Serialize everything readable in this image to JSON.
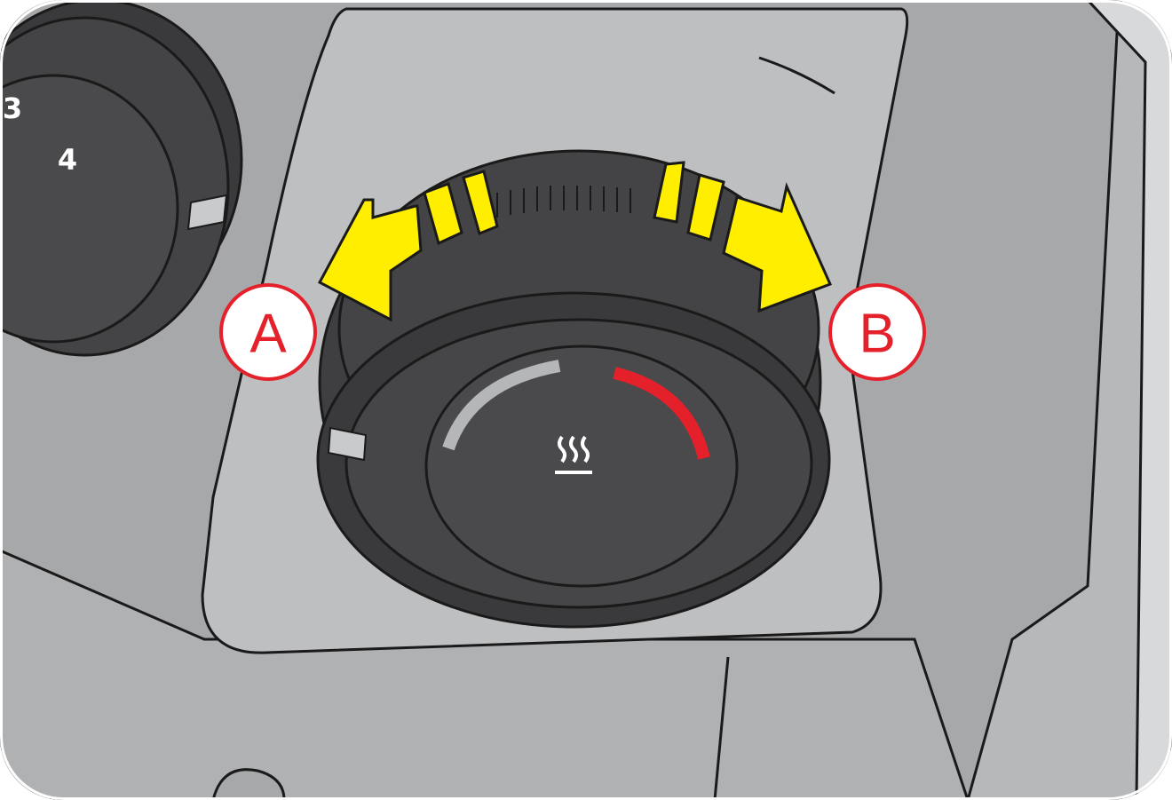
{
  "callouts": {
    "left": {
      "label": "A"
    },
    "right": {
      "label": "B"
    }
  },
  "left_knob": {
    "numbers": [
      "3",
      "4"
    ]
  },
  "heater_knob": {
    "icon": "seat-heater-icon",
    "cool_arc_color": "#b5b6b8",
    "hot_arc_color": "#e4202b"
  },
  "colors": {
    "arrow": "#ffee00",
    "callout": "#e4202b",
    "panel": "#a7a8aa",
    "knob": "#4a4a4c"
  }
}
